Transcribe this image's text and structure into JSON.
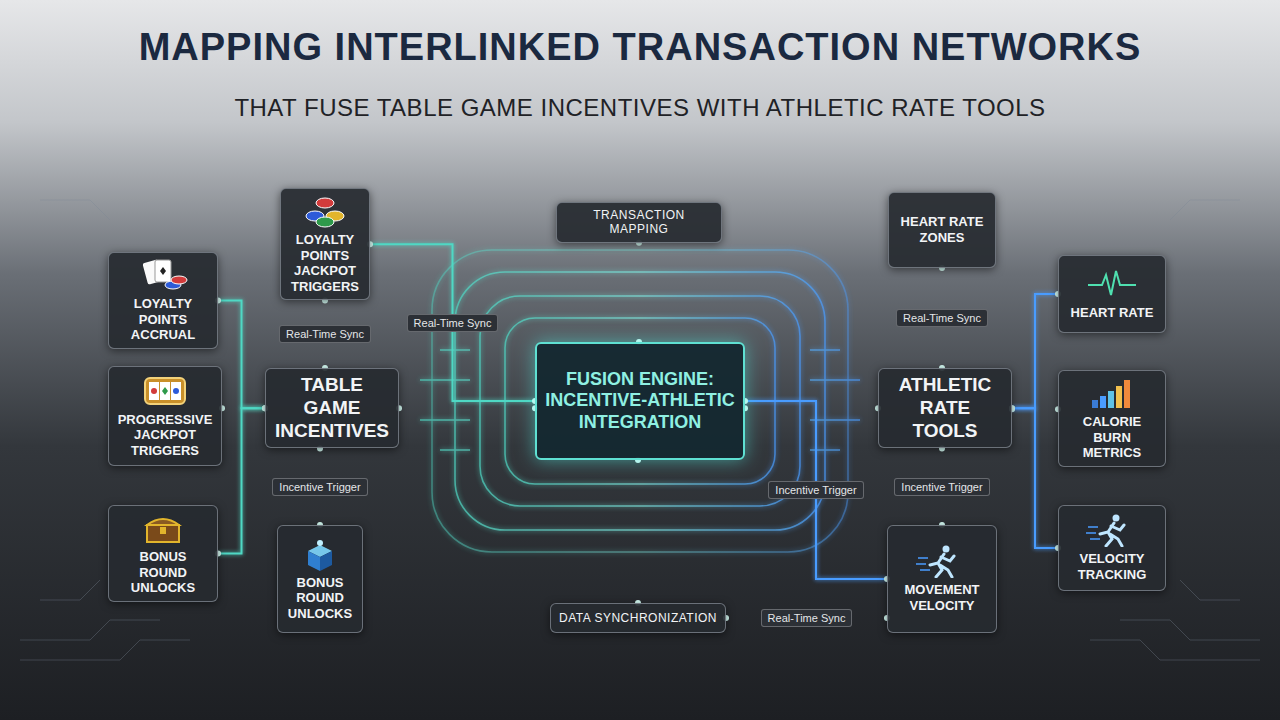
{
  "diagram": {
    "title": "MAPPING INTERLINKED TRANSACTION NETWORKS",
    "nodes": [
      {
        "text": [
          "LOYALTY POINTS JACKPOT TRIGGERS"
        ]
      },
      {
        "text": [
          "TRANSACTION MAPPING"
        ]
      },
      {
        "text": [
          "HEART RATE ZONES"
        ]
      },
      {
        "text": [
          "LOYALTY POINTS ACCRUAL"
        ]
      },
      {
        "text": [
          "HEART RATE"
        ]
      },
      {
        "text": [
          "FUSION ENGINE: INCENTIVE-ATHLETIC INTEGRATION"
        ]
      },
      {
        "text": [
          "TABLE GAME INCENTIVES"
        ]
      },
      {
        "text": [
          "ATHLETIC RATE TOOLS"
        ]
      },
      {
        "text": [
          "PROGRESSIVE JACKPOT TRIGGERS"
        ]
      },
      {
        "text": [
          "CALORIE BURN METRICS"
        ]
      },
      {
        "text": [
          "BONUS ROUND UNLOCKS"
        ]
      },
      {
        "text": [
          "VELOCITY TRACKING"
        ]
      },
      {
        "text": [
          "BONUS ROUND UNLOCKS"
        ]
      },
      {
        "text": [
          "MOVEMENT VELOCITY"
        ]
      },
      {
        "text": [
          "DATA SYNCHRONIZATION"
        ]
      }
    ],
    "edges": [
      {
        "from": 3,
        "to": 6,
        "arrow": "none"
      },
      {
        "from": 8,
        "to": 6,
        "arrow": "none"
      },
      {
        "from": 10,
        "to": 6,
        "arrow": "none"
      },
      {
        "from": 0,
        "to": 6,
        "label": "Real-Time Sync",
        "arrow": "none"
      },
      {
        "from": 12,
        "to": 6,
        "label": "Incentive Trigger",
        "arrow": "none"
      },
      {
        "from": 0,
        "to": 5,
        "label": "Real-Time Sync",
        "arrow": "none"
      },
      {
        "from": 6,
        "to": 5,
        "arrow": "none"
      },
      {
        "from": 5,
        "to": 7,
        "arrow": "none"
      },
      {
        "from": 7,
        "to": 2,
        "label": "Real-Time Sync",
        "arrow": "none"
      },
      {
        "from": 7,
        "to": 4,
        "arrow": "none"
      },
      {
        "from": 7,
        "to": 9,
        "arrow": "none"
      },
      {
        "from": 7,
        "to": 11,
        "arrow": "none"
      },
      {
        "from": 7,
        "to": 13,
        "label": "Incentive Trigger",
        "arrow": "none"
      },
      {
        "from": 5,
        "to": 1,
        "arrow": "none"
      },
      {
        "from": 5,
        "to": 14,
        "arrow": "none"
      },
      {
        "from": 5,
        "to": 13,
        "label": "Incentive Trigger",
        "arrow": "none"
      },
      {
        "from": 14,
        "to": 13,
        "label": "Real-Time Sync",
        "arrow": "none"
      }
    ],
    "labels": [
      "THAT FUSE TABLE GAME INCENTIVES WITH ATHLETIC RATE TOOLS"
    ]
  }
}
